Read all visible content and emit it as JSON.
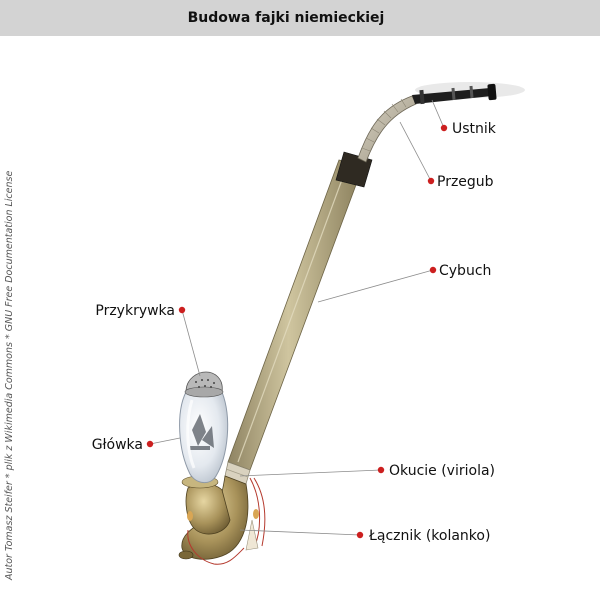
{
  "header": {
    "title": "Budowa fajki niemieckiej"
  },
  "parts": {
    "ustnik": "Ustnik",
    "przegub": "Przegub",
    "cybuch": "Cybuch",
    "przykrywka": "Przykrywka",
    "glowka": "Główka",
    "okucie": "Okucie (viriola)",
    "lacznik": "Łącznik (kolanko)"
  },
  "credit": "Autor Tomasz Steifer * plik z Wikimedia Commons * GNU Free Documentation License",
  "colors": {
    "title_bar": "#d3d3d3",
    "marker": "#cc1f1f",
    "stem": "#b8ad86",
    "bowl_glass": "#dfe5ec",
    "brass": "#a8925a",
    "mouthpiece": "#1c1c1c"
  }
}
